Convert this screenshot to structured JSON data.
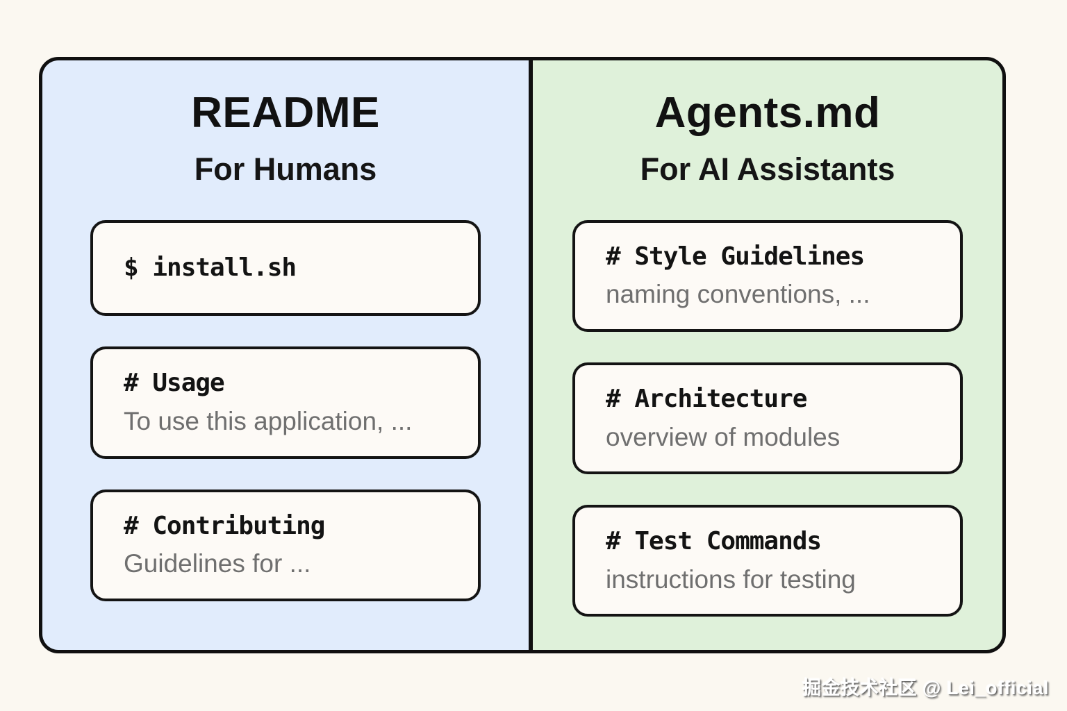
{
  "diagram": {
    "panels": [
      {
        "id": "readme",
        "title": "README",
        "subtitle": "For Humans",
        "bg_color": "#e1ecfc",
        "cards": [
          {
            "heading": "$ install.sh",
            "sub": ""
          },
          {
            "heading": "# Usage",
            "sub": "To use this application, ..."
          },
          {
            "heading": "# Contributing",
            "sub": "Guidelines for ..."
          }
        ]
      },
      {
        "id": "agents-md",
        "title": "Agents.md",
        "subtitle": "For AI Assistants",
        "bg_color": "#dff1da",
        "cards": [
          {
            "heading": "# Style Guidelines",
            "sub": "naming conventions, ..."
          },
          {
            "heading": "# Architecture",
            "sub": "overview of modules"
          },
          {
            "heading": "# Test Commands",
            "sub": "instructions for testing"
          }
        ]
      }
    ],
    "colors": {
      "page_background": "#fbf8f1",
      "left_panel": "#e1ecfc",
      "right_panel": "#dff1da",
      "card_background": "#fdfaf6",
      "border": "#101010",
      "heading_text": "#131313",
      "sub_text": "#6f6f6f"
    },
    "watermark": "掘金技术社区 @ Lei_official"
  }
}
